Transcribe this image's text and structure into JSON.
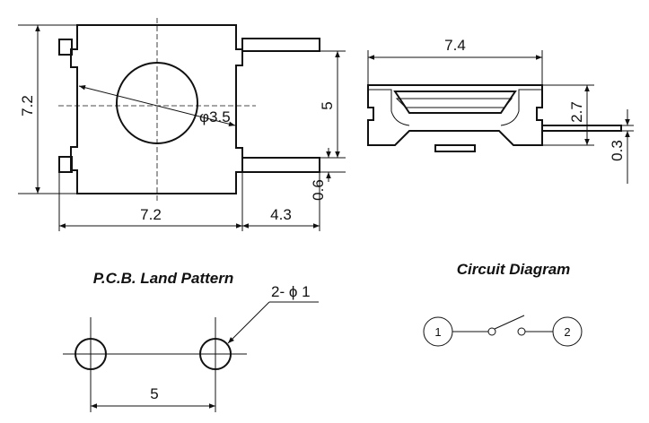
{
  "top_view": {
    "height_dim": "7.2",
    "width_dim": "7.2",
    "diameter_dim": "φ3.5",
    "terminal_span_dim": "5",
    "terminal_width_dim": "0.6",
    "terminal_length_dim": "4.3"
  },
  "side_view": {
    "width_dim": "7.4",
    "height_dim": "2.7",
    "terminal_thickness_dim": "0.3"
  },
  "land_pattern": {
    "title": "P.C.B. Land Pattern",
    "pad_label": "2- ϕ 1",
    "spacing_dim": "5",
    "pad_color": "#b3b3b3"
  },
  "circuit": {
    "title": "Circuit Diagram",
    "pin1": "1",
    "pin2": "2"
  }
}
